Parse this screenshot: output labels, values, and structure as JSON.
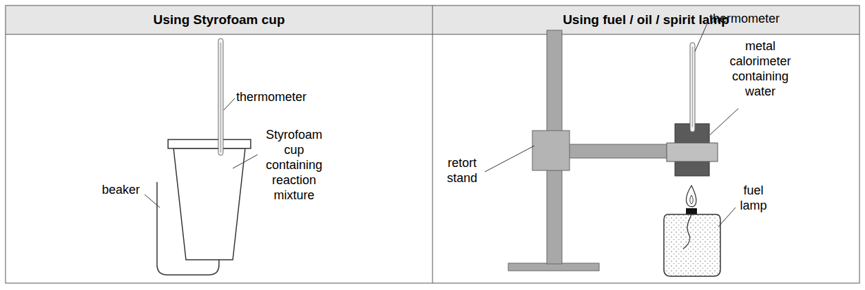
{
  "diagram": {
    "labels": [
      "Using Styrofoam cup",
      "Using fuel / oil / spirit lamp",
      "thermometer",
      "Styrofoam cup containing reaction mixture",
      "beaker",
      "retort stand",
      "thermometer",
      "metal calorimeter containing water",
      "fuel lamp"
    ]
  }
}
